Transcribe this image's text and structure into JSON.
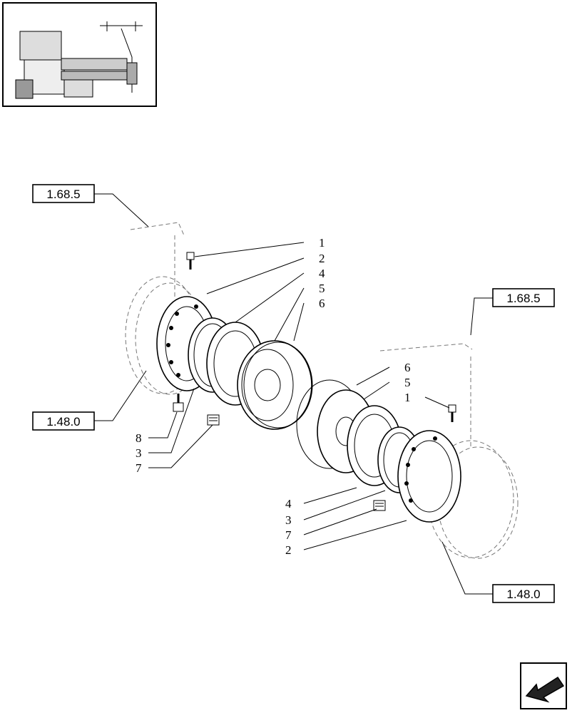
{
  "thumbnail": {
    "label": ""
  },
  "references": {
    "top_left": "1.68.5",
    "top_right": "1.68.5",
    "bottom_left": "1.48.0",
    "bottom_right": "1.48.0"
  },
  "callouts": {
    "left_group": [
      "1",
      "2",
      "4",
      "5",
      "6"
    ],
    "left_bottom": [
      "8",
      "3",
      "7"
    ],
    "right_group": [
      "6",
      "5",
      "1"
    ],
    "right_bottom": [
      "4",
      "3",
      "7",
      "2"
    ]
  },
  "nav": {
    "icon": "next-page-arrow-icon"
  }
}
